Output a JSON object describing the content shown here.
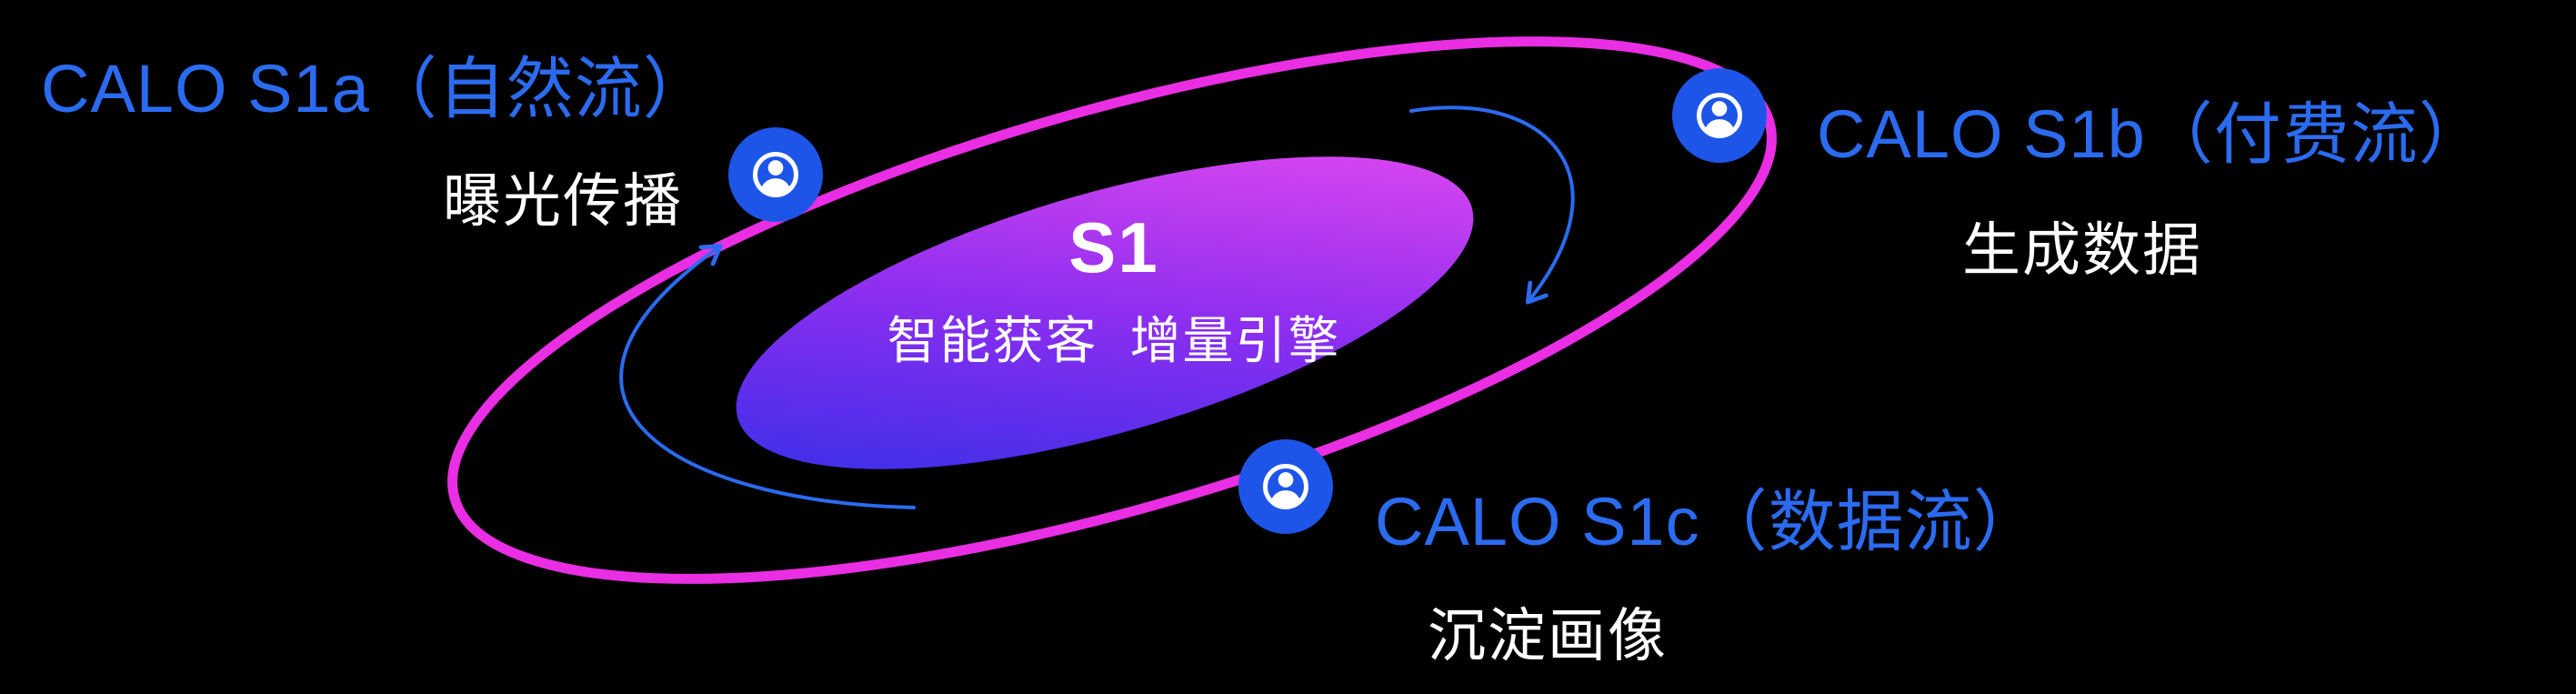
{
  "diagram": {
    "type": "orbit-ecosystem-diagram",
    "background": "#000000"
  },
  "center": {
    "title": "S1",
    "subtitle": "智能获客  增量引擎"
  },
  "nodes": [
    {
      "id": "s1a",
      "label": "CALO S1a（自然流）",
      "sublabel": "曝光传播",
      "icon": "user-icon",
      "position": "top-left"
    },
    {
      "id": "s1b",
      "label": "CALO S1b（付费流）",
      "sublabel": "生成数据",
      "icon": "user-icon",
      "position": "top-right"
    },
    {
      "id": "s1c",
      "label": "CALO S1c（数据流）",
      "sublabel": "沉淀画像",
      "icon": "user-icon",
      "position": "bottom-center"
    }
  ],
  "arrows": [
    {
      "name": "left-flow-arrow",
      "direction": "curving up toward CALO S1a node"
    },
    {
      "name": "right-flow-arrow",
      "direction": "curving down from CALO S1b toward core"
    }
  ],
  "colors": {
    "label_blue": "#2B6BF0",
    "node_blue": "#1D55E8",
    "orbit_magenta": "#EA2EE4",
    "core_gradient_start": "#2F2FE8",
    "core_gradient_mid": "#8D2EF0",
    "core_gradient_end": "#E84AF0",
    "arrow_blue": "#2B6BF0",
    "text_white": "#FFFFFF"
  }
}
